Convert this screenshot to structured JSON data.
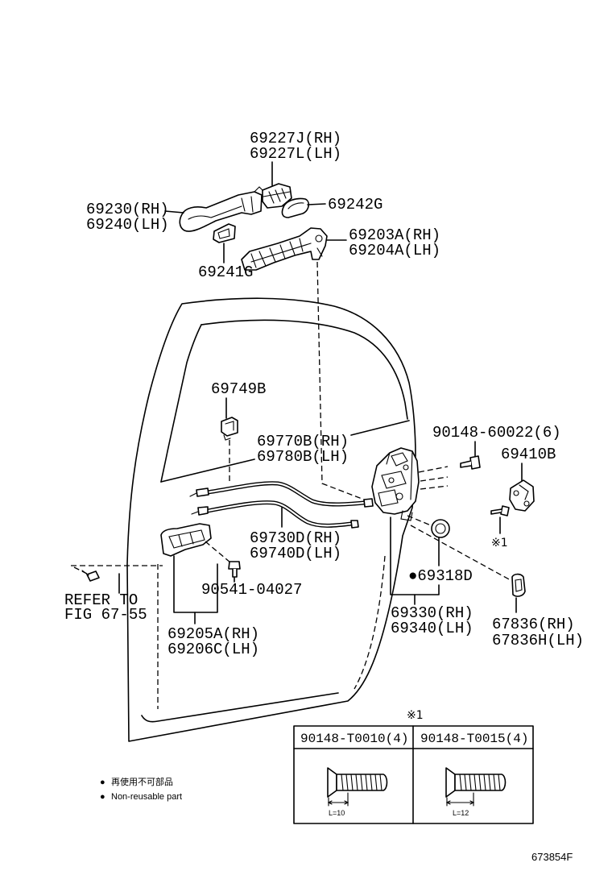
{
  "part_labels": {
    "outer_handle_cap": {
      "rh": "69227J(RH)",
      "lh": "69227L(LH)"
    },
    "outer_handle": {
      "rh": "69230(RH)",
      "lh": "69240(LH)"
    },
    "front_pad": "69242G",
    "outer_handle_frame": {
      "rh": "69203A(RH)",
      "lh": "69204A(LH)"
    },
    "rear_pad": "69241G",
    "clamp": "69749B",
    "lock_screw": "90148-60022(6)",
    "striker": "69410B",
    "lock_cable": {
      "rh": "69770B(RH)",
      "lh": "69780B(LH)"
    },
    "inside_cable": {
      "rh": "69730D(RH)",
      "lh": "69740D(LH)"
    },
    "striker_screw_ref": "※1",
    "seal": "●69318D",
    "handle_screw": "90541-04027",
    "refer": {
      "line1": "REFER TO",
      "line2": "FIG 67-55"
    },
    "lock_assembly": {
      "rh": "69330(RH)",
      "lh": "69340(LH)"
    },
    "grommet": {
      "rh": "67836(RH)",
      "lh": "67836H(LH)"
    },
    "inside_handle": {
      "rh": "69205A(RH)",
      "lh": "69206C(LH)"
    }
  },
  "screw_table": {
    "ref": "※1",
    "columns": [
      {
        "part": "90148-T0010(4)",
        "length": "L=10"
      },
      {
        "part": "90148-T0015(4)",
        "length": "L=12"
      }
    ]
  },
  "legend": [
    {
      "symbol": "●",
      "text": "再使用不可部品"
    },
    {
      "symbol": "●",
      "text": "Non-reusable part"
    }
  ],
  "figure_id": "673854F"
}
